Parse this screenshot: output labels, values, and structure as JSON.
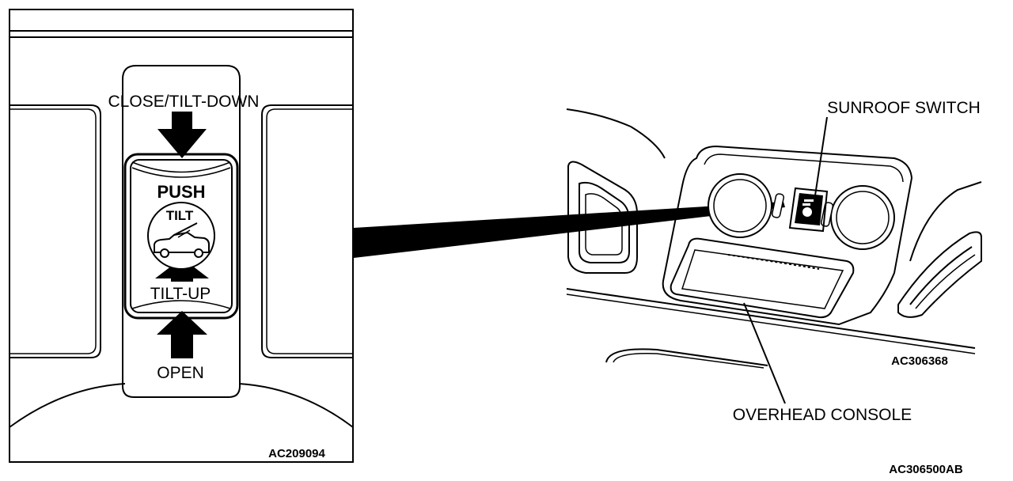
{
  "detail_view": {
    "label_close_tilt_down": "CLOSE/TILT-DOWN",
    "label_push": "PUSH",
    "label_tilt": "TILT",
    "label_tilt_up": "TILT-UP",
    "label_open": "OPEN",
    "figure_code": "AC209094"
  },
  "console_view": {
    "label_sunroof_switch": "SUNROOF SWITCH",
    "label_overhead_console": "OVERHEAD CONSOLE",
    "figure_code": "AC306368"
  },
  "sheet_code": "AC306500AB"
}
